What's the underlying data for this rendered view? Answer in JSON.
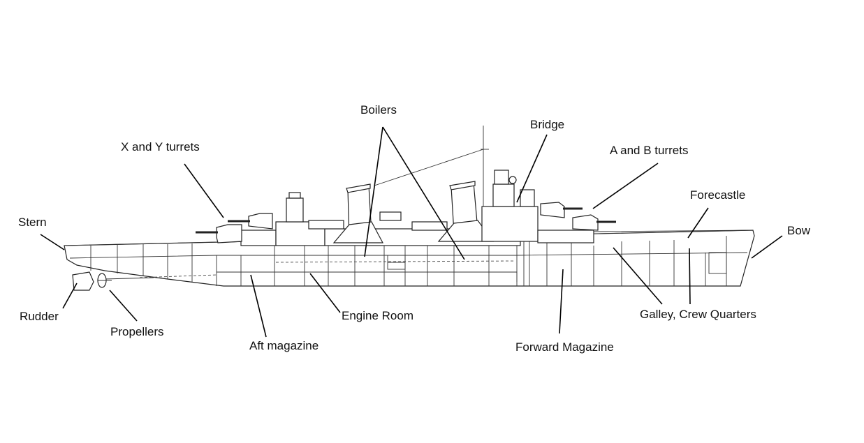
{
  "labels": {
    "boilers": "Boilers",
    "bridge": "Bridge",
    "xy_turrets": "X and Y turrets",
    "ab_turrets": "A and B turrets",
    "forecastle": "Forecastle",
    "stern": "Stern",
    "bow": "Bow",
    "rudder": "Rudder",
    "propellers": "Propellers",
    "aft_magazine": "Aft magazine",
    "engine_room": "Engine Room",
    "forward_magazine": "Forward Magazine",
    "galley_crew": "Galley, Crew Quarters"
  }
}
